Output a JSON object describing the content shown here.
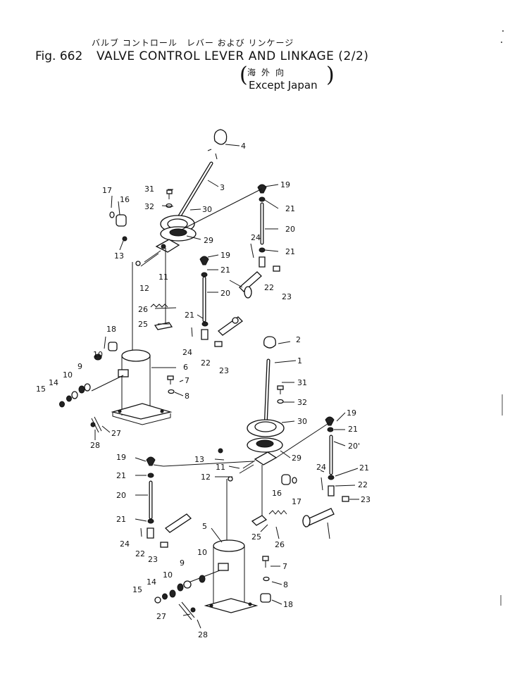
{
  "header": {
    "title_jp": "バルブ コントロール　レバー および リンケージ",
    "fig_no": "Fig. 662",
    "title_en": "VALVE CONTROL LEVER AND LINKAGE (2/2)",
    "region_jp": "海外向",
    "region_en": "Except Japan"
  },
  "callouts": {
    "c1": "1",
    "c2": "2",
    "c3": "3",
    "c4": "4",
    "c5": "5",
    "c6": "6",
    "c7a": "7",
    "c7b": "7",
    "c8a": "8",
    "c8b": "8",
    "c9a": "9",
    "c9b": "9",
    "c10a": "10",
    "c10b": "10",
    "c10c": "10",
    "c10d": "10",
    "c11a": "11",
    "c11b": "11",
    "c12a": "12",
    "c12b": "12",
    "c13a": "13",
    "c13b": "13",
    "c14a": "14",
    "c14b": "14",
    "c15a": "15",
    "c15b": "15",
    "c16a": "16",
    "c16b": "16",
    "c17a": "17",
    "c17b": "17",
    "c18a": "18",
    "c18b": "18",
    "c19a": "19",
    "c19b": "19",
    "c19c": "19",
    "c19d": "19",
    "c20a": "20",
    "c20b": "20",
    "c20c": "20'",
    "c20d": "20",
    "c21a": "21",
    "c21b": "21",
    "c21c": "21",
    "c21d": "21",
    "c21e": "21",
    "c21f": "21",
    "c21g": "21",
    "c21h": "21",
    "c22a": "22",
    "c22b": "22",
    "c22c": "22",
    "c22d": "22",
    "c23a": "23",
    "c23b": "23",
    "c23c": "23",
    "c23d": "23",
    "c24a": "24",
    "c24b": "24",
    "c24c": "24",
    "c24d": "24",
    "c25a": "25",
    "c25b": "25",
    "c26a": "26",
    "c26b": "26",
    "c27a": "27",
    "c27b": "27",
    "c28a": "28",
    "c28b": "28",
    "c29a": "29",
    "c29b": "29",
    "c30a": "30",
    "c30b": "30",
    "c31a": "31",
    "c31b": "31",
    "c32a": "32",
    "c32b": "32"
  }
}
